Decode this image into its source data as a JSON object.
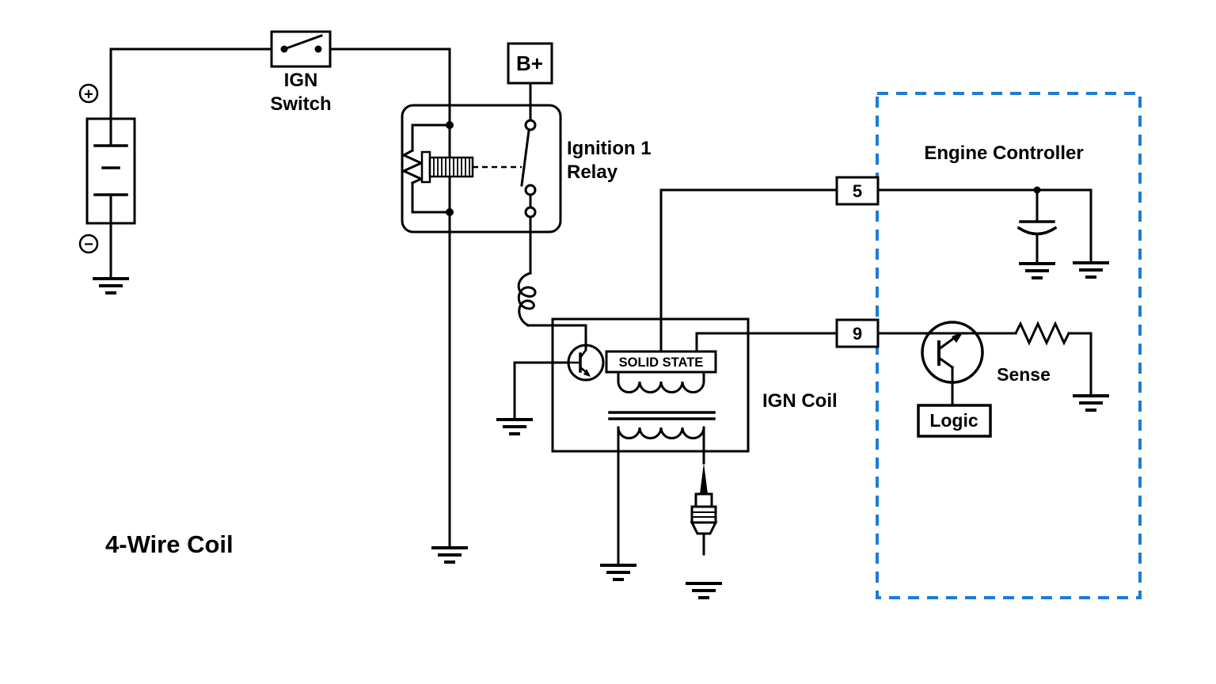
{
  "diagram": {
    "title": "4-Wire Coil",
    "battery": {
      "plus": "+",
      "minus": "−"
    },
    "ign_switch": {
      "label_line1": "IGN",
      "label_line2": "Switch"
    },
    "relay": {
      "label_line1": "Ignition 1",
      "label_line2": "Relay"
    },
    "b_plus": {
      "label": "B+"
    },
    "ign_coil": {
      "label": "IGN Coil",
      "module": "SOLID STATE"
    },
    "engine_controller": {
      "label": "Engine Controller",
      "pin5": "5",
      "pin9": "9",
      "sense": "Sense",
      "logic": "Logic"
    },
    "colors": {
      "wire": "#000000",
      "controller_border": "#1c7cd5",
      "background": "#ffffff",
      "text": "#000000"
    }
  }
}
